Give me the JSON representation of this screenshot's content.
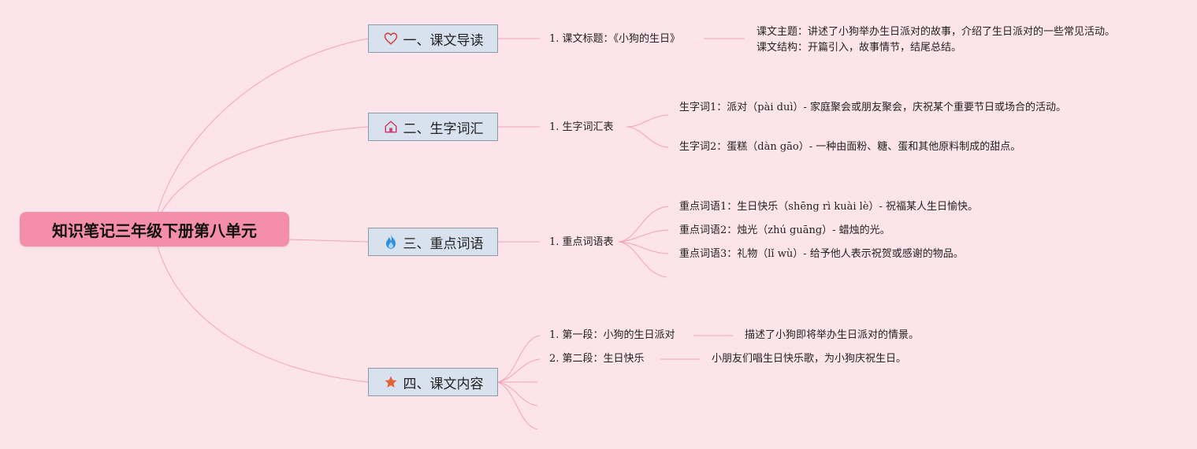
{
  "root": {
    "title": "知识笔记三年级下册第八单元"
  },
  "topics": [
    {
      "label": "一、课文导读",
      "icon": "heart-icon"
    },
    {
      "label": "二、生字词汇",
      "icon": "house-icon"
    },
    {
      "label": "三、重点词语",
      "icon": "flame-icon"
    },
    {
      "label": "四、课文内容",
      "icon": "star-icon"
    }
  ],
  "subtopics": {
    "guide": "1. 课文标题：《小狗的生日》",
    "vocab": "1. 生字词汇表",
    "keywords": "1. 重点词语表",
    "content1": "1. 第一段：小狗的生日派对",
    "content2": "2. 第二段：生日快乐"
  },
  "details": {
    "theme": "课文主题：讲述了小狗举办生日派对的故事，介绍了生日派对的一些常见活动。",
    "structure": "课文结构：开篇引入，故事情节，结尾总结。",
    "word1": "生字词1：派对（pài duì）- 家庭聚会或朋友聚会，庆祝某个重要节日或场合的活动。",
    "word2": "生字词2：蛋糕（dàn gāo）- 一种由面粉、糖、蛋和其他原料制成的甜点。",
    "key1": "重点词语1：生日快乐（shēng rì kuài lè）- 祝福某人生日愉快。",
    "key2": "重点词语2：烛光（zhú guāng）- 蜡烛的光。",
    "key3": "重点词语3：礼物（lǐ wù）- 给予他人表示祝贺或感谢的物品。",
    "para1": "描述了小狗即将举办生日派对的情景。",
    "para2": "小朋友们唱生日快乐歌，为小狗庆祝生日。"
  },
  "colors": {
    "background": "#fde4ea",
    "root": "#f58ea8",
    "topic_fill": "#d8e2ee",
    "topic_border": "#8c9aa8",
    "connector": "#f2a3b7"
  }
}
